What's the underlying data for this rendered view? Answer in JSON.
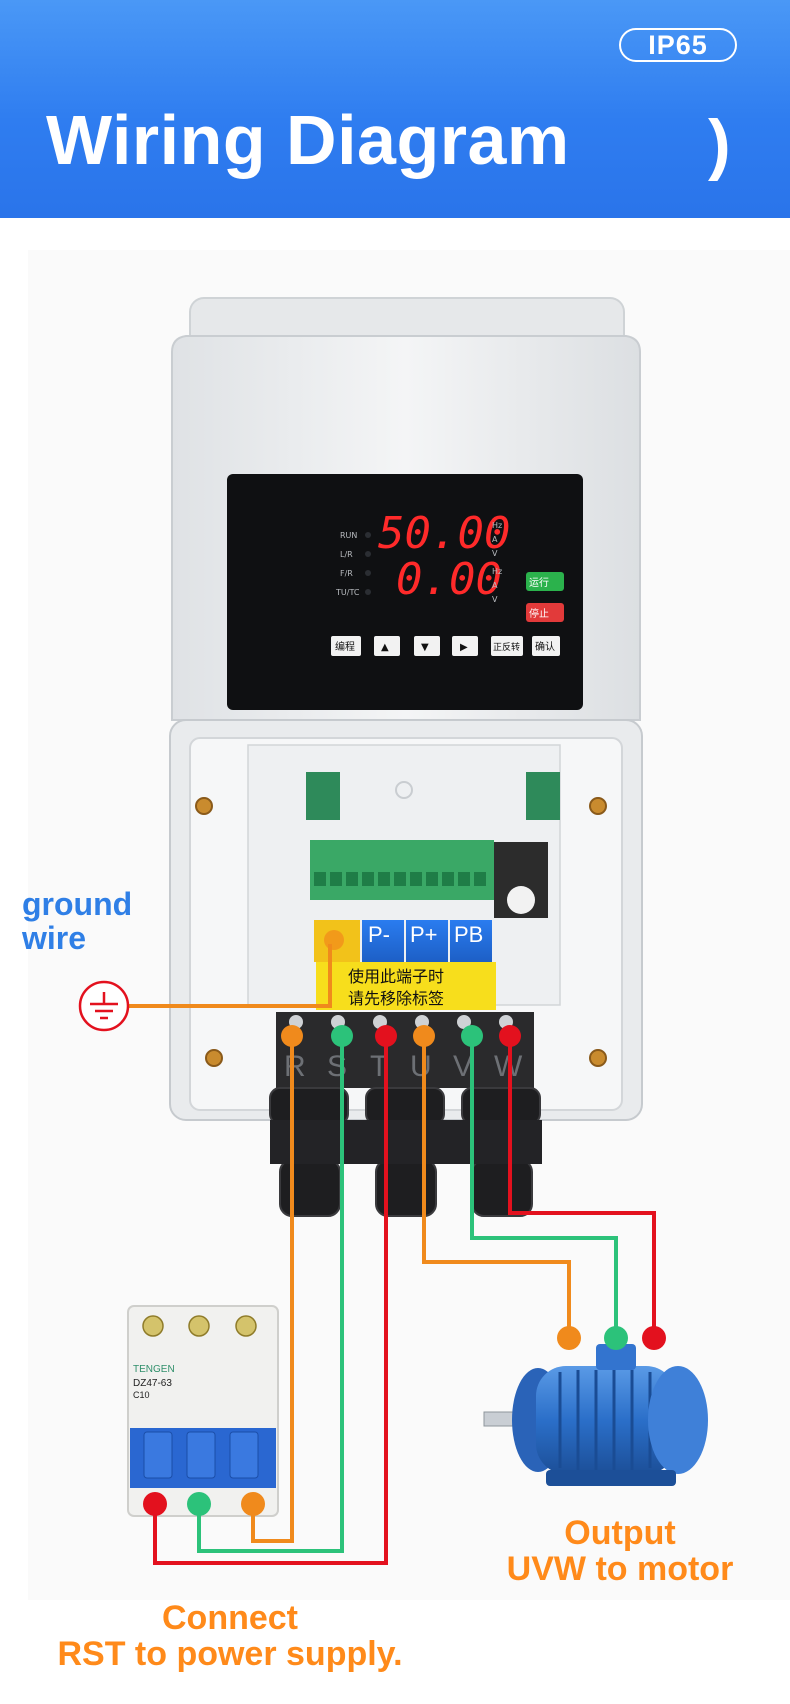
{
  "header": {
    "badge": "IP65",
    "title": "Wiring Diagram",
    "title_suffix": ")"
  },
  "inverter": {
    "display_top": "50.00",
    "display_bottom": "0.00",
    "left_indicators": [
      "RUN",
      "L/R",
      "F/R",
      "TU/TC"
    ],
    "right_units": [
      "Hz",
      "A",
      "V",
      "Hz",
      "A",
      "V"
    ],
    "run_button": "运行",
    "stop_button": "停止",
    "keys": [
      "编程",
      "▲",
      "▼",
      "▶",
      "正反转",
      "确认"
    ],
    "dc_terminals": [
      "P-",
      "P+",
      "PB"
    ],
    "warning_line1": "使用此端子时",
    "warning_line2": "请先移除标签",
    "power_terminals": [
      "R",
      "S",
      "T",
      "U",
      "V",
      "W"
    ]
  },
  "breaker": {
    "brand": "TENGEN",
    "model": "DZ47-63",
    "rating": "C10"
  },
  "labels": {
    "ground_line1": "ground",
    "ground_line2": "wire",
    "output_line1": "Output",
    "output_line2": "UVW to motor",
    "connect_line1": "Connect",
    "connect_line2": "RST to power supply."
  },
  "colors": {
    "banner_blue": "#2f7df0",
    "wire_orange": "#f08a1c",
    "wire_green": "#2cc27a",
    "wire_red": "#e3111e",
    "label_orange": "#ff8a1a",
    "label_blue": "#2f7fe6",
    "display_red": "#ff2a2a",
    "run_green": "#2bb24c",
    "stop_red": "#e23a3a",
    "motor_blue": "#2b6fc9"
  },
  "icons": {
    "ground": "ground-symbol-icon",
    "motor": "electric-motor",
    "breaker": "circuit-breaker"
  }
}
